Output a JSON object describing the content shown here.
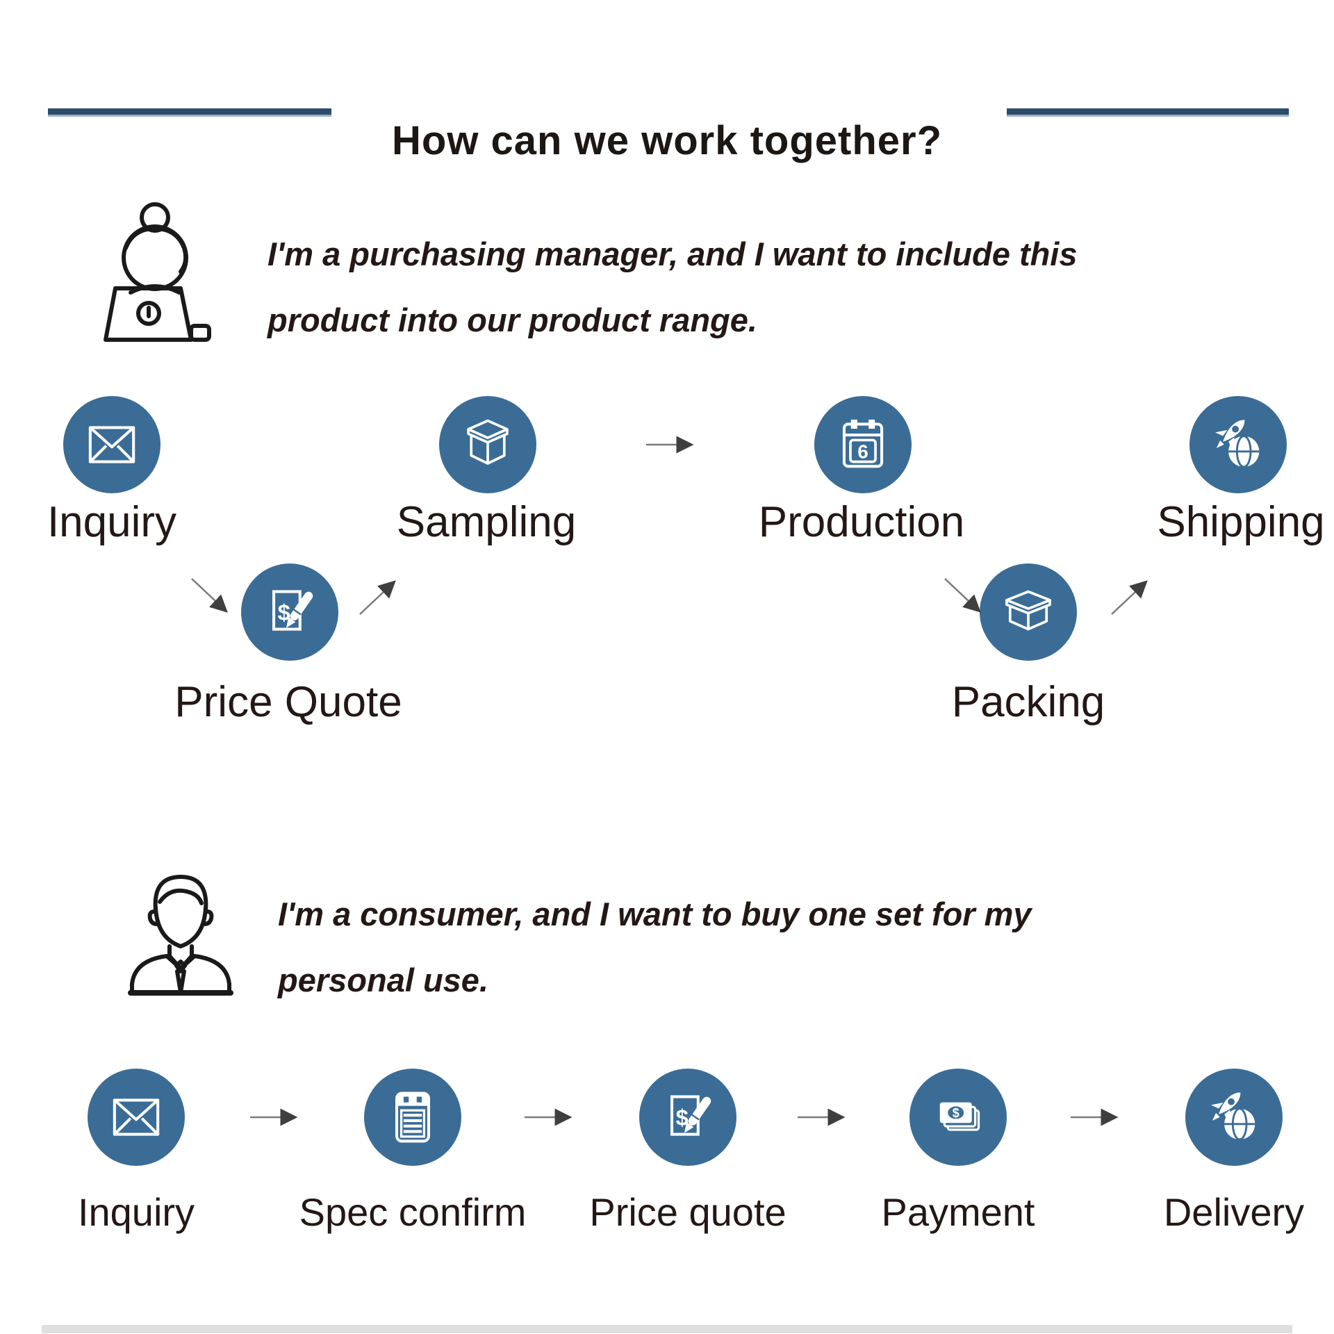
{
  "title": "How can we work together?",
  "colors": {
    "circle_blue": "#3a6c96",
    "title_bar_navy": "#2d4b6a",
    "title_bar_underline": "#9db0c9",
    "text_dark": "#231815",
    "arrow_gray": "#6e6e6e"
  },
  "glyphs": {
    "calendar_day": "6",
    "currency_symbol": "$"
  },
  "personas": [
    {
      "id": "purchasing-manager",
      "icon": "woman-at-laptop-icon",
      "quote_line1": "I'm a purchasing manager, and I want to include this",
      "quote_line2": "product into our product range."
    },
    {
      "id": "consumer",
      "icon": "businessman-icon",
      "quote_line1": "I'm a consumer, and I want to buy one set for my",
      "quote_line2": "personal use."
    }
  ],
  "manager_flow": {
    "steps": [
      {
        "label": "Inquiry",
        "icon": "envelope-icon"
      },
      {
        "label": "Price Quote",
        "icon": "price-quote-icon"
      },
      {
        "label": "Sampling",
        "icon": "box-icon"
      },
      {
        "label": "Production",
        "icon": "calendar-icon"
      },
      {
        "label": "Packing",
        "icon": "box-icon"
      },
      {
        "label": "Shipping",
        "icon": "rocket-globe-icon"
      }
    ]
  },
  "consumer_flow": {
    "steps": [
      {
        "label": "Inquiry",
        "icon": "envelope-icon"
      },
      {
        "label": "Spec confirm",
        "icon": "spec-sheet-icon"
      },
      {
        "label": "Price quote",
        "icon": "price-quote-icon"
      },
      {
        "label": "Payment",
        "icon": "banknotes-icon"
      },
      {
        "label": "Delivery",
        "icon": "rocket-globe-icon"
      }
    ]
  }
}
